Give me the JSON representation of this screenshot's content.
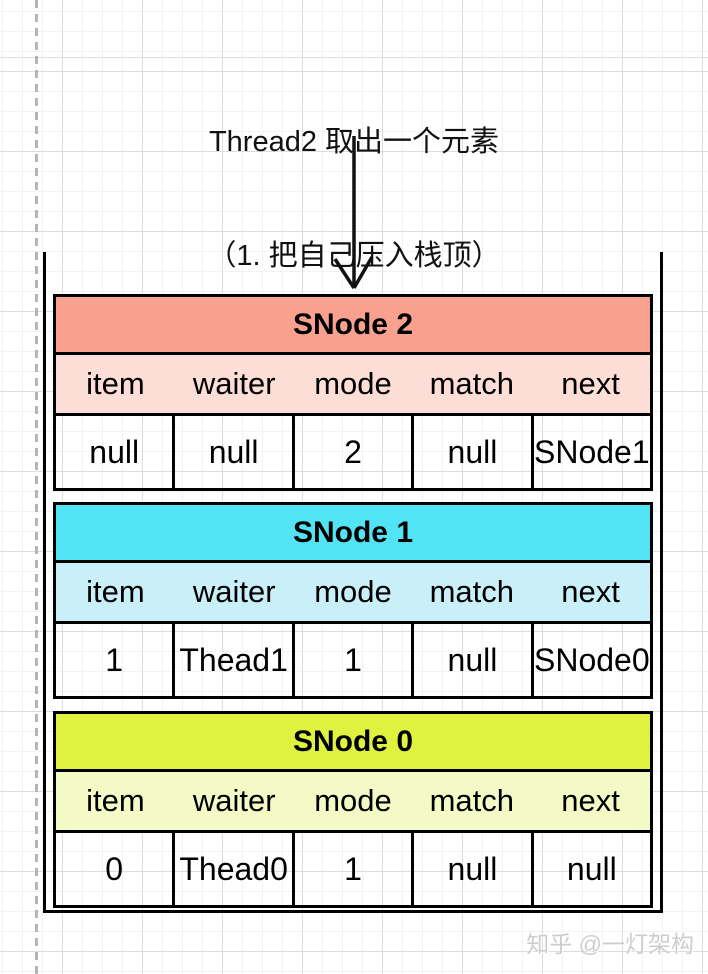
{
  "title": {
    "line1": "Thread2 取出一个元素",
    "line2": "（1. 把自己压入栈顶）"
  },
  "columns": [
    "item",
    "waiter",
    "mode",
    "match",
    "next"
  ],
  "nodes": [
    {
      "name": "SNode 2",
      "header_color": "#f9a18f",
      "fields_color": "#fcded6",
      "values": [
        "null",
        "null",
        "2",
        "null",
        "SNode1"
      ]
    },
    {
      "name": "SNode 1",
      "header_color": "#52e4f4",
      "fields_color": "#c9f0f8",
      "values": [
        "1",
        "Thead1",
        "1",
        "null",
        "SNode0"
      ]
    },
    {
      "name": "SNode 0",
      "header_color": "#dff23f",
      "fields_color": "#f4fac6",
      "values": [
        "0",
        "Thead0",
        "1",
        "null",
        "null"
      ]
    }
  ],
  "icons": {
    "arrow_down": "down-arrow"
  },
  "colors": {
    "border": "#000000",
    "grid_minor": "#f2f2f2",
    "grid_major": "#dcdcdc",
    "dashed_line": "#b5b5b5",
    "watermark_text": "#cdcdcd"
  },
  "watermark": "知乎 @一灯架构"
}
